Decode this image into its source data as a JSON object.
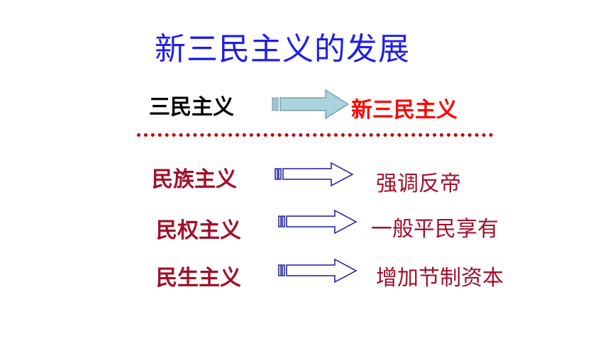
{
  "slide": {
    "title": "新三民主义的发展",
    "transition": {
      "from": "三民主义",
      "to": "新三民主义"
    },
    "items": [
      {
        "label": "民族主义",
        "value": "强调反帝"
      },
      {
        "label": "民权主义",
        "value": "一般平民享有"
      },
      {
        "label": "民生主义",
        "value": "增加节制资本"
      }
    ]
  },
  "colors": {
    "title": "#1f1fe6",
    "highlight": "#ff0000",
    "item_text": "#a0102a",
    "arrow_stroke": "#1a1a9a",
    "main_arrow_fill": "#a9d4dd"
  }
}
